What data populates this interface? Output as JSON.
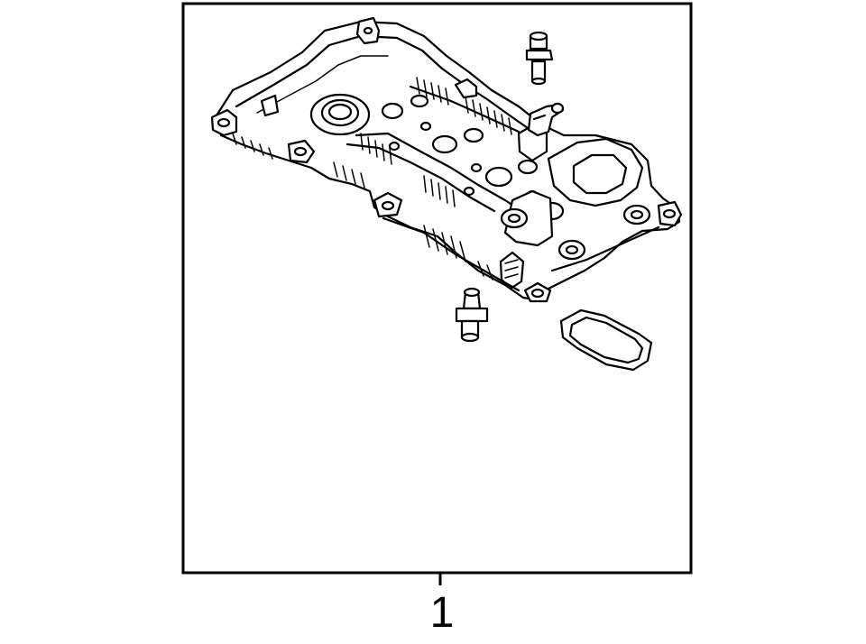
{
  "diagram": {
    "callout_number": "1",
    "parts": [
      "valve-cover-assembly",
      "pcv-valve",
      "breather-fitting",
      "oil-filler-cap",
      "valve-cover-gasket"
    ]
  },
  "colors": {
    "line": "#000000",
    "background": "#ffffff"
  }
}
